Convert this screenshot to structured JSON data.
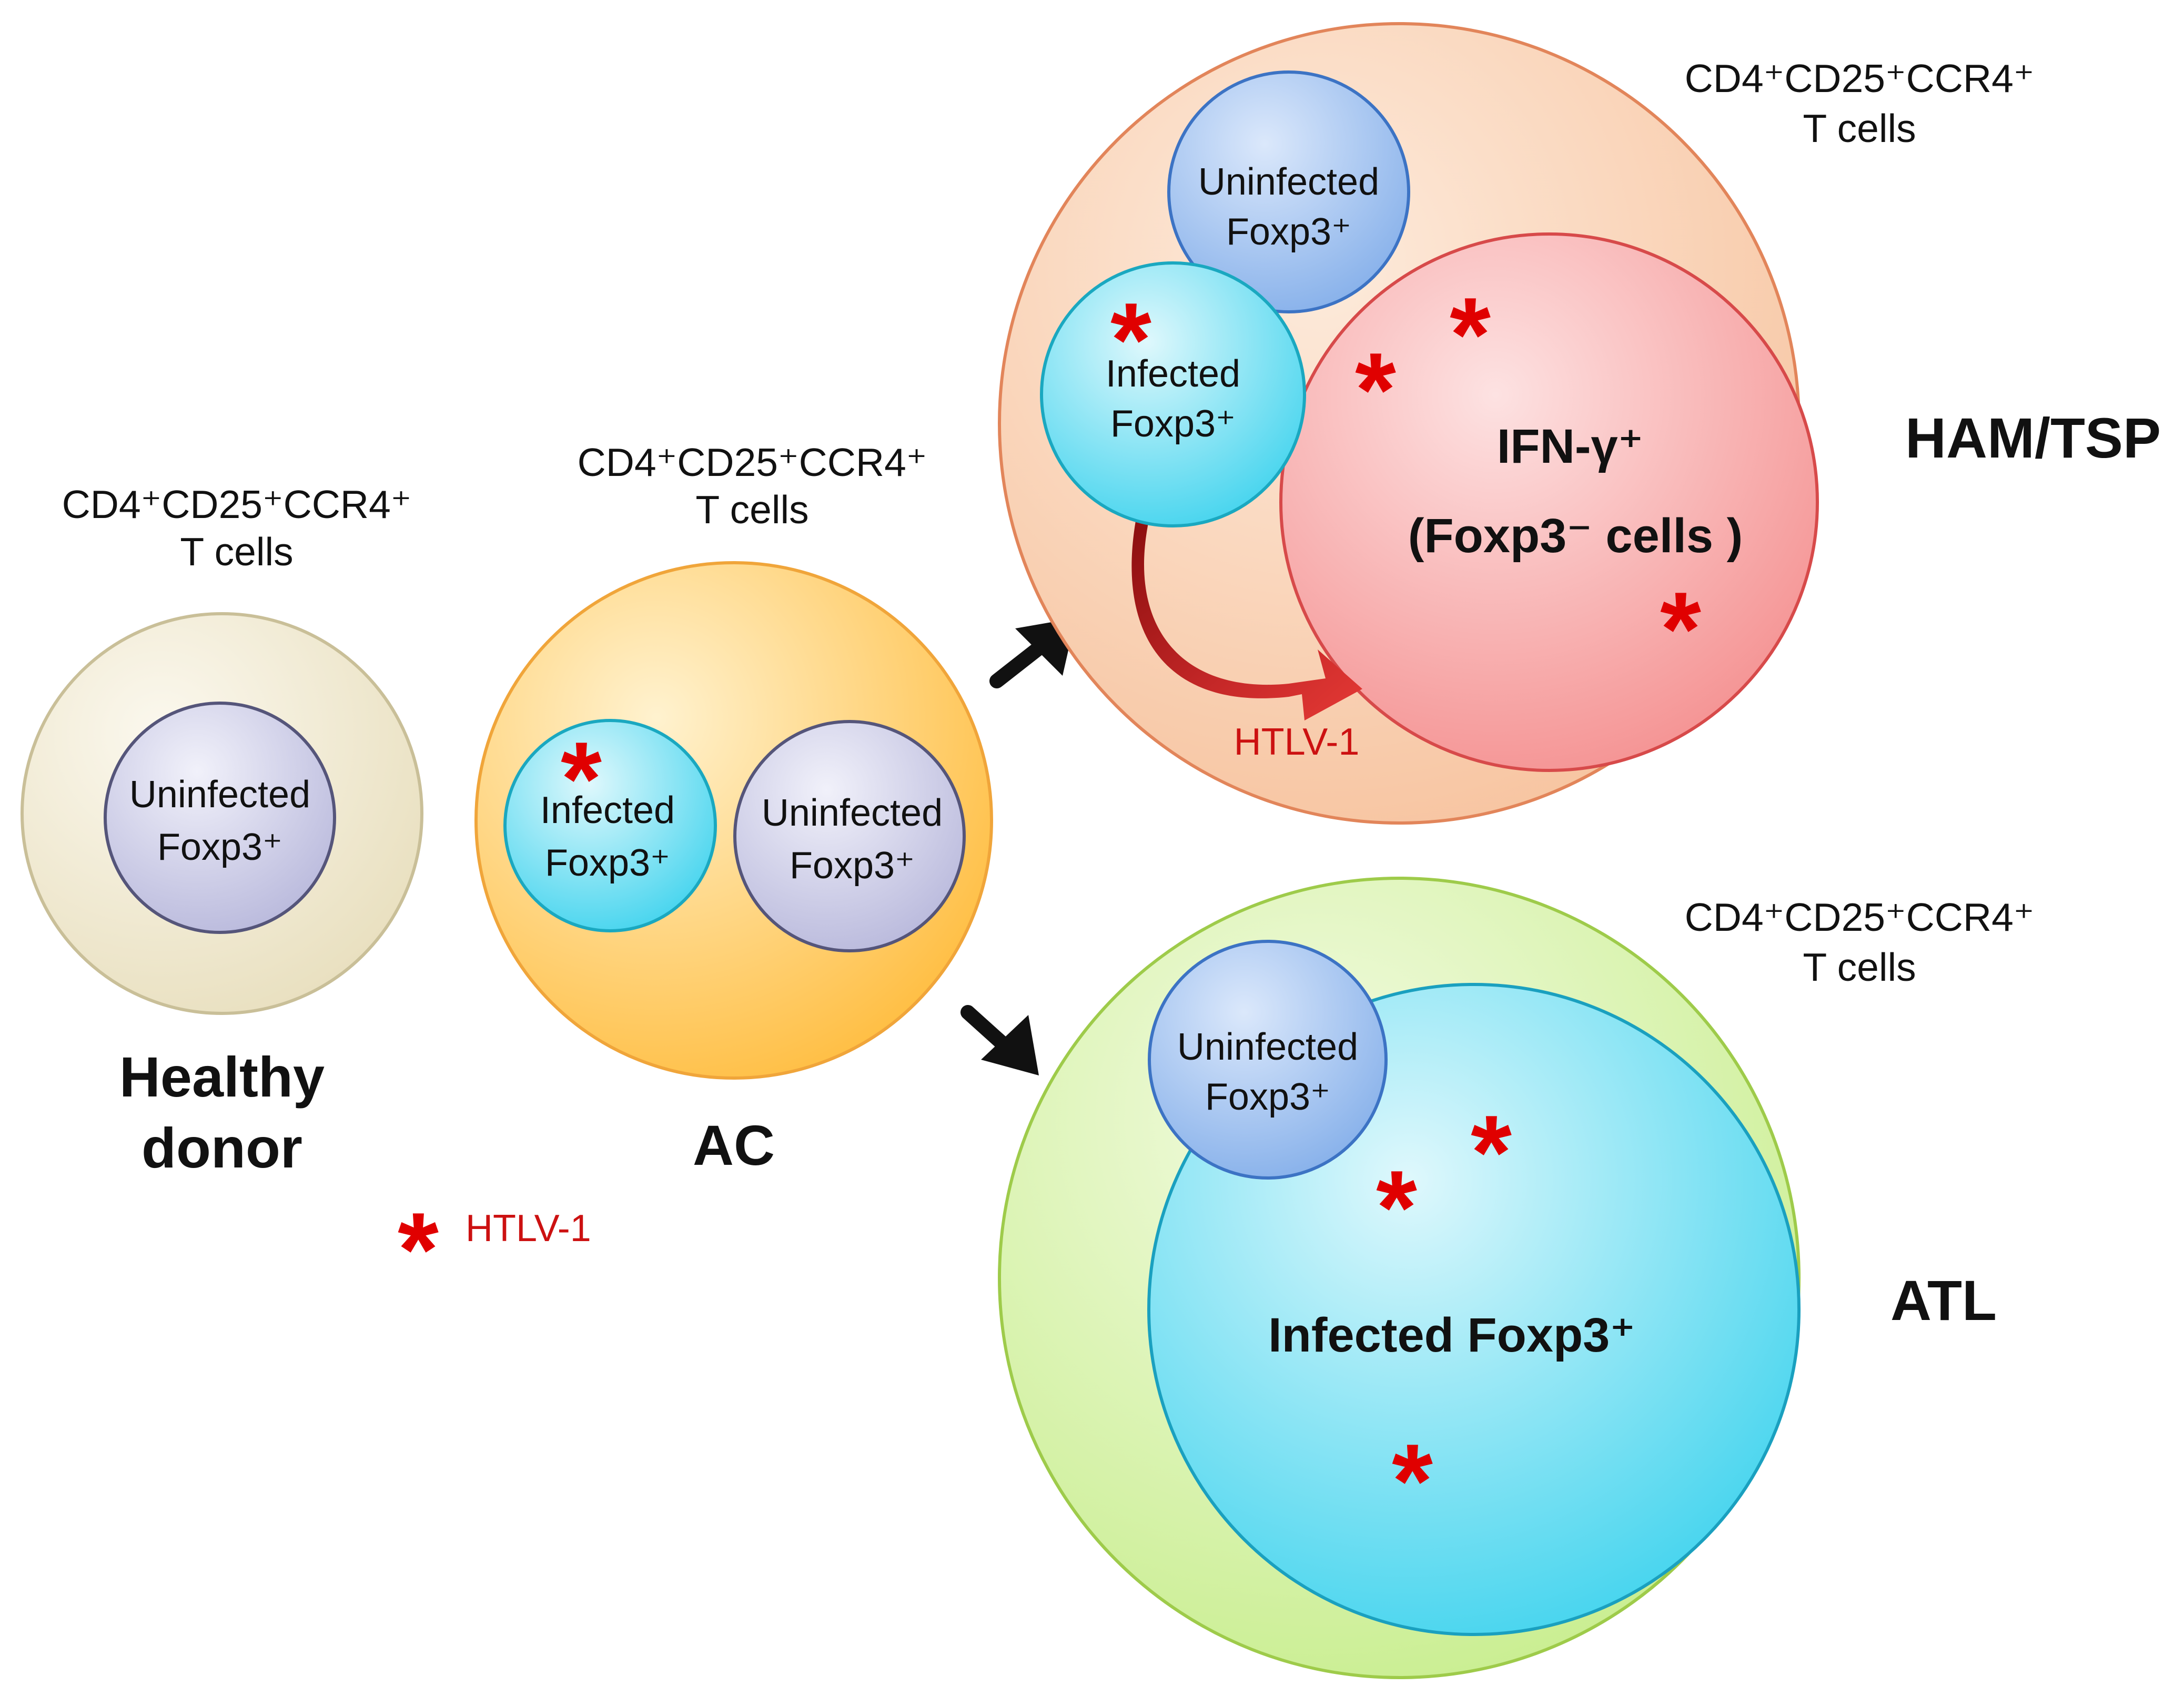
{
  "colors": {
    "star": "#e00000",
    "htlv_text": "#cc1111",
    "healthy_outer": "#efe8cf",
    "ac_outer": "#ffd47a",
    "ham_outer": "#fbd7bd",
    "atl_outer": "#dff5b5",
    "infected_cell": "#7fe3f1",
    "uninfected_purple": "#d2d2ea",
    "uninfected_blue": "#a8c7f2",
    "ifn_cell": "#f7a6a6"
  },
  "legend": {
    "star_symbol": "*",
    "label": "HTLV-1"
  },
  "healthy": {
    "header_line1": "CD4⁺CD25⁺CCR4⁺",
    "header_line2": "T cells",
    "inner_line1": "Uninfected",
    "inner_line2": "Foxp3⁺",
    "title_line1": "Healthy",
    "title_line2": "donor"
  },
  "ac": {
    "header_line1": "CD4⁺CD25⁺CCR4⁺",
    "header_line2": "T cells",
    "infected_line1": "Infected",
    "infected_line2": "Foxp3⁺",
    "uninfected_line1": "Uninfected",
    "uninfected_line2": "Foxp3⁺",
    "title": "AC"
  },
  "ham": {
    "header_line1": "CD4⁺CD25⁺CCR4⁺",
    "header_line2": "T cells",
    "uninfected_line1": "Uninfected",
    "uninfected_line2": "Foxp3⁺",
    "infected_line1": "Infected",
    "infected_line2": "Foxp3⁺",
    "ifn_line1": "IFN-γ⁺",
    "ifn_line2": "(Foxp3⁻ cells )",
    "arrow_label": "HTLV-1",
    "title": "HAM/TSP"
  },
  "atl": {
    "header_line1": "CD4⁺CD25⁺CCR4⁺",
    "header_line2": "T cells",
    "uninfected_line1": "Uninfected",
    "uninfected_line2": "Foxp3⁺",
    "infected_label": "Infected Foxp3⁺",
    "title": "ATL"
  }
}
